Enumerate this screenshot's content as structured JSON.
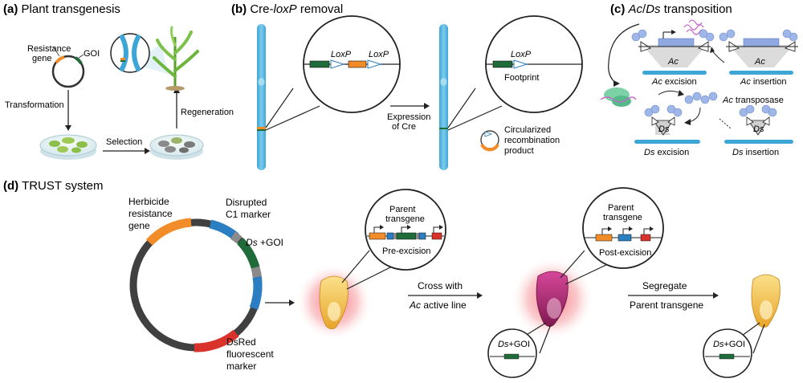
{
  "panels": {
    "a": {
      "letter": "(a)",
      "title": "Plant transgenesis",
      "resistance_gene": [
        "Resistance",
        "gene"
      ],
      "goi": "GOI",
      "transformation": "Transformation",
      "selection": "Selection",
      "regeneration": "Regeneration"
    },
    "b": {
      "letter": "(b)",
      "title_prefix": "Cre-",
      "title_italic": "loxP",
      "title_suffix": " removal",
      "loxp": "LoxP",
      "expression": [
        "Expression",
        "of Cre"
      ],
      "footprint": "Footprint",
      "circularized": [
        "Circularized",
        "recombination",
        "product"
      ]
    },
    "c": {
      "letter": "(c)",
      "title_ac": "Ac",
      "title_slash": "/",
      "title_ds": "Ds",
      "title_suffix": " transposition",
      "ac": "Ac",
      "ds": "Ds",
      "excision": " excision",
      "insertion": " insertion",
      "transposase": " transposase"
    },
    "d": {
      "letter": "(d)",
      "title": "TRUST system",
      "herbicide": [
        "Herbicide",
        "resistance",
        "gene"
      ],
      "disrupted": [
        "Disrupted",
        "C1 marker"
      ],
      "ds_goi_ds": "Ds",
      "ds_goi_rest": " +GOI",
      "dsred": [
        "DsRed",
        "fluorescent",
        "marker"
      ],
      "parent_transgene": [
        "Parent",
        "transgene"
      ],
      "pre_excision": "Pre-excision",
      "post_excision": "Post-excision",
      "cross_with": "Cross with",
      "ac_active_ac": "Ac",
      "ac_active_rest": " active line",
      "segregate": "Segregate",
      "parent_transgene_line": "Parent transgene",
      "ds_goi_small_ds": "Ds",
      "ds_goi_small_rest": "+GOI"
    }
  },
  "colors": {
    "chromosome": "#58b7e0",
    "chromosome_dark": "#3a9ccb",
    "orange": "#f28c28",
    "green": "#1f6b3a",
    "blue": "#2b7ec1",
    "red": "#d8322b",
    "grey": "#7a7a7a",
    "plasmid": "#404040",
    "kernel_yellow": "#f5c343",
    "kernel_purple": "#b0296d",
    "glow": "#f35c66",
    "protein_blue": "#8fa8e0"
  }
}
